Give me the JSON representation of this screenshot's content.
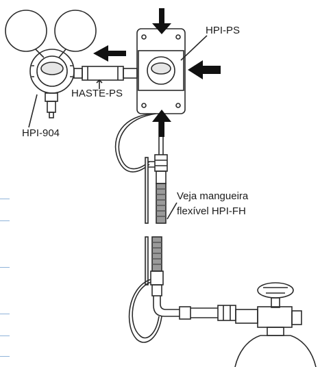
{
  "labels": {
    "hpi_ps": "HPI-PS",
    "haste_ps": "HASTE-PS",
    "hpi_904": "HPI-904",
    "hose_line1": "Veja mangueira",
    "hose_line2": "flexível HPI-FH"
  },
  "colors": {
    "line": "#2a2a2a",
    "shade": "#9a9a9a",
    "arrow": "#111111",
    "edge_marks": "#8fb3d9"
  },
  "icons": [
    "arrow-down-icon",
    "arrow-left-icon",
    "arrow-up-icon"
  ]
}
